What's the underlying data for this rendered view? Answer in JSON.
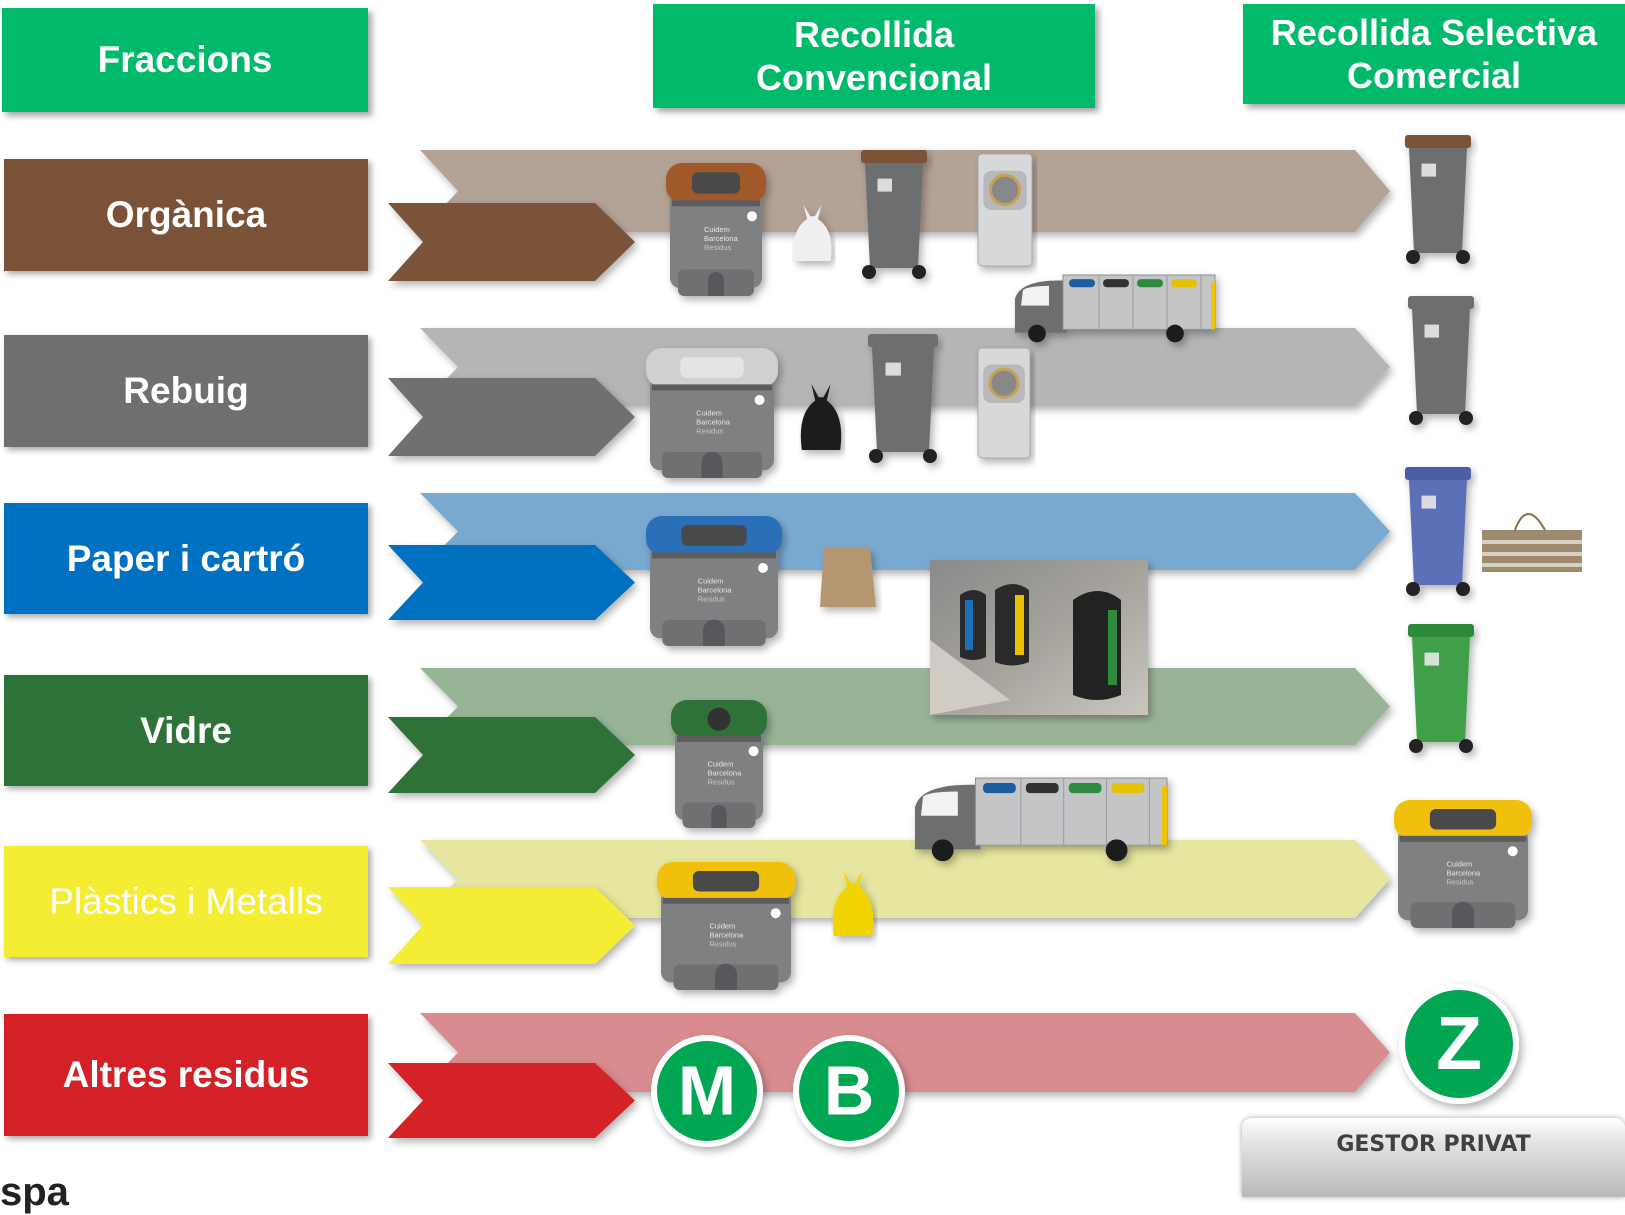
{
  "headers": {
    "fraccions": "Fraccions",
    "convencional": [
      "Recollida",
      "Convencional"
    ],
    "comercial": [
      "Recollida Selectiva",
      "Comercial"
    ]
  },
  "fractions": [
    {
      "label": "Orgànica",
      "color": "#7a5237",
      "arrow_color": "#b3a296"
    },
    {
      "label": "Rebuig",
      "color": "#6f6f6f",
      "arrow_color": "#b5b5b5"
    },
    {
      "label": "Paper i cartró",
      "color": "#0070c0",
      "arrow_color": "#7aa9d0"
    },
    {
      "label": "Vidre",
      "color": "#2d7238",
      "arrow_color": "#98b496"
    },
    {
      "label": "Plàstics i Metalls",
      "color": "#f5ec34",
      "arrow_color": "#e6e6a0"
    },
    {
      "label": "Altres residus",
      "color": "#d42027",
      "arrow_color": "#d98c90"
    }
  ],
  "bin_labels": [
    "Cuidem",
    "Barcelona",
    "Residus"
  ],
  "badges": {
    "m": "M",
    "b": "B",
    "z": "Z"
  },
  "gestor": "GESTOR PRIVAT",
  "cut_text": "spa",
  "icons": [
    "container-icon",
    "bag-icon",
    "wheelie-bin-icon",
    "pneumatic-bin-icon",
    "truck-icon",
    "street-photo",
    "cardboard-bundle-icon"
  ]
}
